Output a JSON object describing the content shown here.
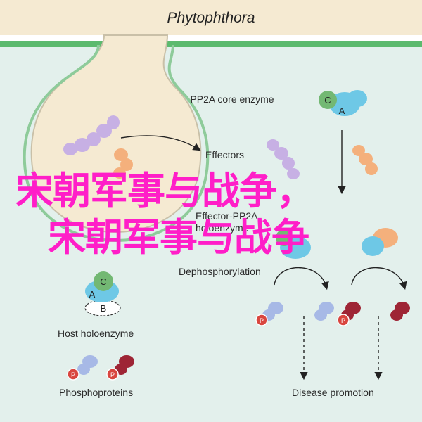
{
  "title": "Phytophthora",
  "labels": {
    "pp2a_core": "PP2A core enzyme",
    "effectors": "Effectors",
    "effector_pp2a": "Effector-PP2A holoenzyme",
    "dephosphorylation": "Dephosphorylation",
    "host_holoenzyme": "Host holoenzyme",
    "phosphoproteins": "Phosphoproteins",
    "disease_promotion": "Disease promotion"
  },
  "subunits": {
    "a": "A",
    "b": "B",
    "c": "C",
    "p": "P"
  },
  "overlay": {
    "line1": "宋朝军事与战争，",
    "line2": "宋朝军事与战争"
  },
  "colors": {
    "membrane": "#5cba6e",
    "cytoplasm": "#e3f0ec",
    "haustorium": "#f5ead2",
    "subunit_a": "#6ec8e6",
    "subunit_c": "#73b873",
    "effector_purple": "#c7b0e4",
    "effector_orange": "#f4b07c",
    "phospho_red": "#9e2535",
    "overlay": "#ff1ec8"
  }
}
